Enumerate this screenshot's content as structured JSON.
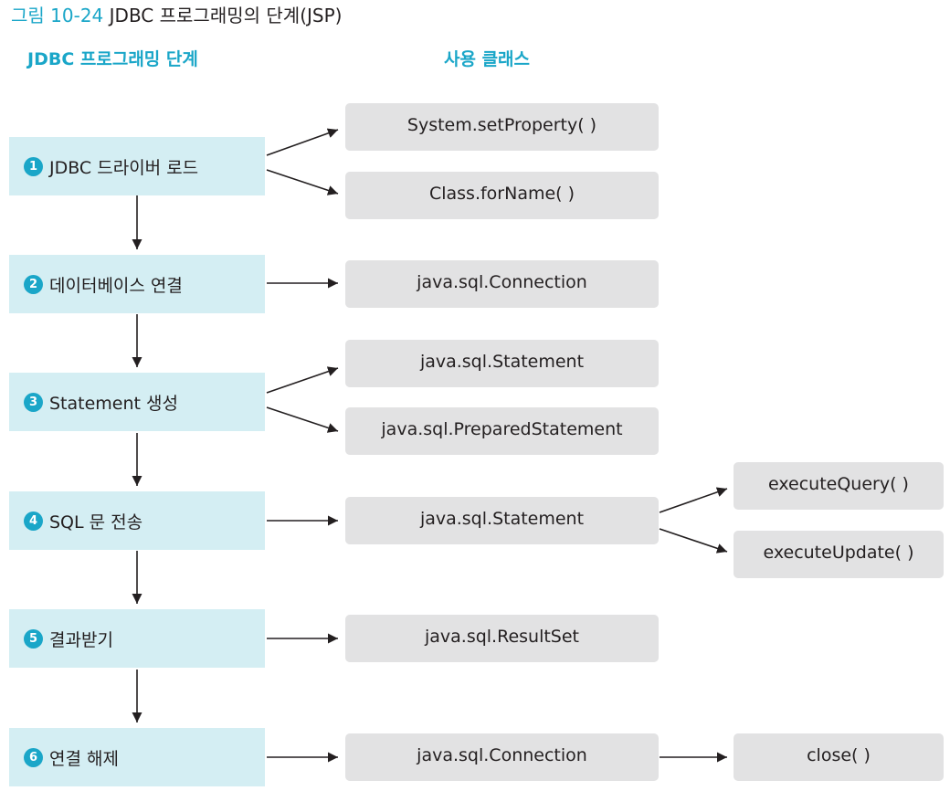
{
  "figure": {
    "number": "그림 10-24",
    "title": "JDBC 프로그래밍의 단계(JSP)"
  },
  "headers": {
    "steps": "JDBC 프로그래밍 단계",
    "classes": "사용 클래스"
  },
  "steps": [
    {
      "num": "1",
      "label": "JDBC 드라이버 로드"
    },
    {
      "num": "2",
      "label": "데이터베이스 연결"
    },
    {
      "num": "3",
      "label": "Statement 생성"
    },
    {
      "num": "4",
      "label": "SQL 문 전송"
    },
    {
      "num": "5",
      "label": "결과받기"
    },
    {
      "num": "6",
      "label": "연결 해제"
    }
  ],
  "classes": {
    "step1": [
      "System.setProperty( )",
      "Class.forName( )"
    ],
    "step2": [
      "java.sql.Connection"
    ],
    "step3": [
      "java.sql.Statement",
      "java.sql.PreparedStatement"
    ],
    "step4": [
      "java.sql.Statement"
    ],
    "step5": [
      "java.sql.ResultSet"
    ],
    "step6": [
      "java.sql.Connection"
    ]
  },
  "methods": {
    "step4": [
      "executeQuery( )",
      "executeUpdate( )"
    ],
    "step6": [
      "close( )"
    ]
  },
  "colors": {
    "accent": "#1aa6c8",
    "step_box": "#d4eef3",
    "class_box": "#e2e2e3",
    "text": "#231f20"
  }
}
